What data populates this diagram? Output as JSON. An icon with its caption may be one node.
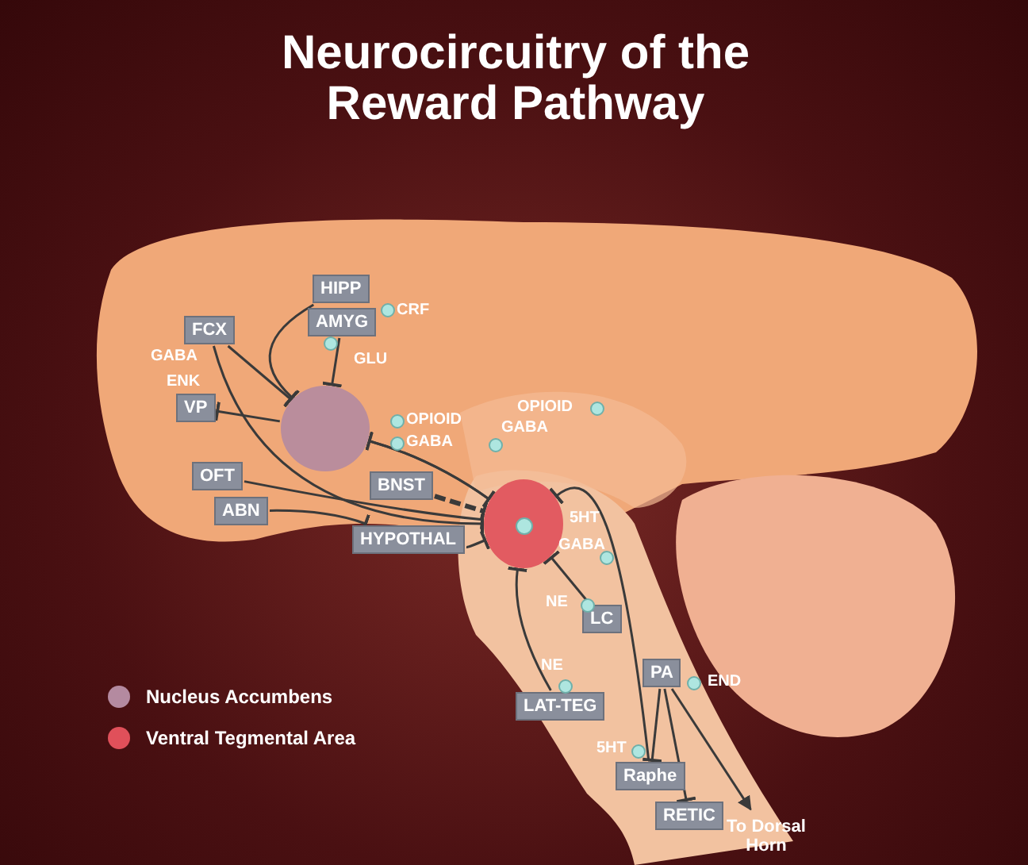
{
  "diagram": {
    "title": "Neurocircuitry of the Reward Pathway",
    "nodes": [
      {
        "text": [
          "HIPP"
        ]
      },
      {
        "text": [
          "FCX"
        ]
      },
      {
        "text": [
          "AMYG"
        ]
      },
      {
        "text": [
          "VP"
        ]
      },
      {
        "text": [],
        "shape": "circle"
      },
      {
        "text": [
          "OFT"
        ]
      },
      {
        "text": [
          "BNST"
        ]
      },
      {
        "text": [
          "ABN"
        ]
      },
      {
        "text": [
          "HYPOTHAL"
        ]
      },
      {
        "text": [],
        "shape": "circle"
      },
      {
        "text": [
          "LC"
        ]
      },
      {
        "text": [
          "PA"
        ]
      },
      {
        "text": [
          "LAT-TEG"
        ]
      },
      {
        "text": [
          "Raphe"
        ]
      },
      {
        "text": [
          "RETIC"
        ]
      },
      {
        "text": [
          "To Dorsal Horn"
        ]
      }
    ],
    "edges": [
      {
        "from": 1,
        "to": 4,
        "arrow": "other"
      },
      {
        "from": 1,
        "to": 9,
        "arrow": "other"
      },
      {
        "from": 0,
        "to": 4,
        "arrow": "other"
      },
      {
        "from": 2,
        "to": 4,
        "arrow": "other"
      },
      {
        "from": 4,
        "to": 3,
        "arrow": "other"
      },
      {
        "from": 4,
        "to": 9,
        "arrow": "other"
      },
      {
        "from": 9,
        "to": 4,
        "arrow": "other"
      },
      {
        "from": 5,
        "to": 9,
        "arrow": "other"
      },
      {
        "from": 7,
        "to": 8,
        "arrow": "other"
      },
      {
        "from": 6,
        "to": 9,
        "arrow": "other",
        "style": "dashed"
      },
      {
        "from": 8,
        "to": 9,
        "arrow": "other"
      },
      {
        "from": 10,
        "to": 9,
        "arrow": "other"
      },
      {
        "from": 12,
        "to": 9,
        "arrow": "other"
      },
      {
        "from": 13,
        "to": 9,
        "arrow": "other"
      },
      {
        "from": 11,
        "to": 13,
        "arrow": "other"
      },
      {
        "from": 11,
        "to": 14,
        "arrow": "other"
      },
      {
        "from": 11,
        "to": 15,
        "arrow": "to"
      }
    ],
    "labels": [
      "CRF",
      "GABA",
      "ENK",
      "GLU",
      "OPIOID",
      "GABA",
      "OPIOID",
      "GABA",
      "5HT",
      "GABA",
      "NE",
      "NE",
      "END",
      "5HT"
    ],
    "legend": [
      {
        "text": "Nucleus Accumbens",
        "color": "#b48aa0"
      },
      {
        "text": "Ventral Tegmental Area",
        "color": "#e0505a"
      }
    ]
  }
}
